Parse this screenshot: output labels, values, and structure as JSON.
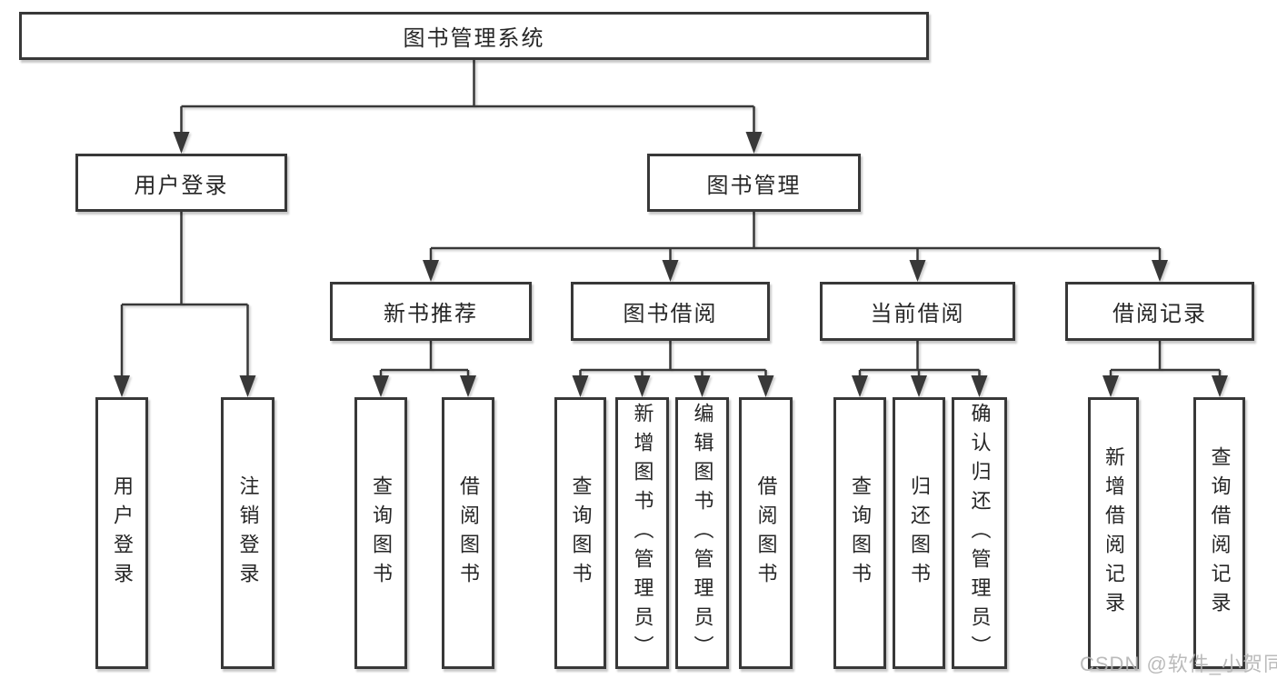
{
  "diagram": {
    "root": {
      "label": "图书管理系统"
    },
    "level2": [
      {
        "label": "用户登录"
      },
      {
        "label": "图书管理"
      }
    ],
    "level3": [
      {
        "label": "新书推荐"
      },
      {
        "label": "图书借阅"
      },
      {
        "label": "当前借阅"
      },
      {
        "label": "借阅记录"
      }
    ],
    "leaves": [
      {
        "label": "用户登录"
      },
      {
        "label": "注销登录"
      },
      {
        "label": "查询图书"
      },
      {
        "label": "借阅图书"
      },
      {
        "label": "查询图书"
      },
      {
        "label": "新增图书（管理员）"
      },
      {
        "label": "编辑图书（管理员）"
      },
      {
        "label": "借阅图书"
      },
      {
        "label": "查询图书"
      },
      {
        "label": "归还图书"
      },
      {
        "label": "确认归还（管理员）"
      },
      {
        "label": "新增借阅记录"
      },
      {
        "label": "查询借阅记录"
      }
    ]
  },
  "watermark": {
    "text": "CSDN @软件_小贺同学"
  },
  "colors": {
    "line": "#383838",
    "box_border": "#383838",
    "text": "#262626",
    "watermark": "#b4b4b4",
    "background": "#ffffff"
  }
}
